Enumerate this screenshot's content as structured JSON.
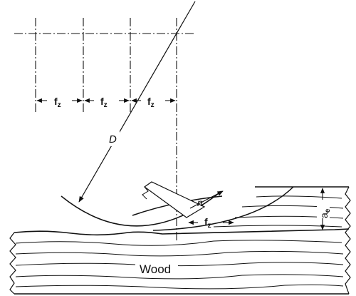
{
  "diagram": {
    "labels": {
      "fz": "f",
      "fz_sub": "z",
      "cutter_diameter": "D",
      "rotation": "n",
      "depth": "a",
      "depth_sub": "e",
      "material": "Wood"
    },
    "line_color": "#111111",
    "background": "#ffffff"
  }
}
